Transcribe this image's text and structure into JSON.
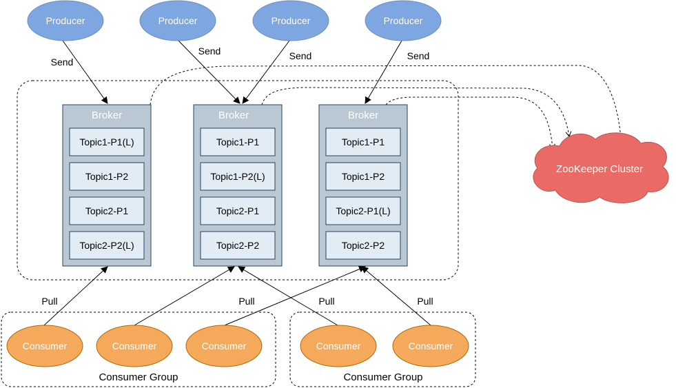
{
  "producers": [
    {
      "label": "Producer"
    },
    {
      "label": "Producer"
    },
    {
      "label": "Producer"
    },
    {
      "label": "Producer"
    }
  ],
  "send_labels": [
    "Send",
    "Send",
    "Send",
    "Send"
  ],
  "brokers": [
    {
      "title": "Broker",
      "topics": [
        "Topic1-P1(L)",
        "Topic1-P2",
        "Topic2-P1",
        "Topic2-P2(L)"
      ]
    },
    {
      "title": "Broker",
      "topics": [
        "Topic1-P1",
        "Topic1-P2(L)",
        "Topic2-P1",
        "Topic2-P2"
      ]
    },
    {
      "title": "Broker",
      "topics": [
        "Topic1-P1",
        "Topic1-P2",
        "Topic2-P1(L)",
        "Topic2-P2"
      ]
    }
  ],
  "zookeeper": {
    "label": "ZooKeeper Cluster"
  },
  "pull_labels": [
    "Pull",
    "Pull",
    "Pull",
    "Pull"
  ],
  "consumer_groups": [
    {
      "label": "Consumer Group",
      "consumers": [
        "Consumer",
        "Consumer",
        "Consumer"
      ]
    },
    {
      "label": "Consumer Group",
      "consumers": [
        "Consumer",
        "Consumer"
      ]
    }
  ],
  "colors": {
    "producer_fill": "#7ea6e0",
    "producer_stroke": "#6c8ebf",
    "broker_fill": "#bac8d3",
    "broker_stroke": "#23445d",
    "topic_fill": "#e1ecf4",
    "zookeeper_fill": "#ea6b66",
    "zookeeper_stroke": "#b85450",
    "consumer_fill": "#f5a95b",
    "consumer_stroke": "#b46504"
  }
}
